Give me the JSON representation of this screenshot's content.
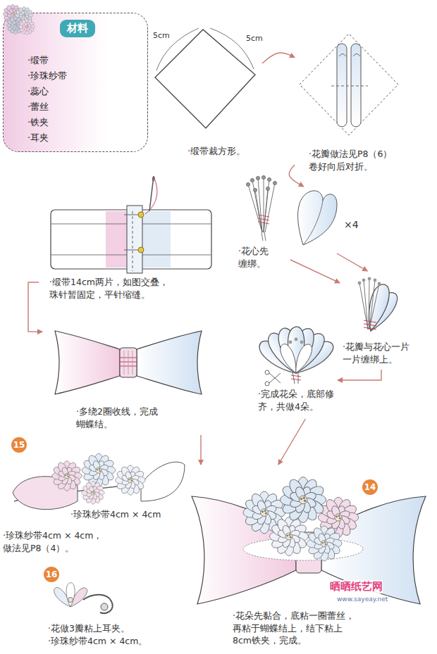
{
  "diagram": {
    "nodes": [
      {
        "text": [
          "材料",
          "·缎带",
          "·珍珠纱带",
          "·蕊心",
          "·蕾丝",
          "·铁夹",
          "·耳夹"
        ]
      },
      {
        "text": [
          "·缎带裁方形。"
        ]
      },
      {
        "text": [
          "·花瓣做法见P8（6） 卷好向后对折。"
        ]
      },
      {
        "text": [
          "·花心先 缠绑。"
        ]
      },
      {
        "text": [
          "×4"
        ]
      },
      {
        "text": [
          "·缎带14cm两片，如图交叠， 珠针暂固定，平针缩缝。"
        ]
      },
      {
        "text": [
          "·花瓣与花心一片 一片缠绑上。"
        ]
      },
      {
        "text": [
          "·多绕2圈收线，完成 蝴蝶结。"
        ]
      },
      {
        "text": [
          "·完成花朵，底部修 齐，共做4朵。"
        ]
      },
      {
        "text": [
          "·珍珠纱带4cm × 4cm",
          "·珍珠纱带4cm × 4cm， 做法见P8（4）。"
        ]
      },
      {
        "text": [
          "15"
        ],
        "in": 9
      },
      {
        "text": [
          "·花朵先黏合，底粘一圈蕾丝， 再粘于蝴蝶结上，结下粘上 8cm铁夹，完成。"
        ]
      },
      {
        "text": [
          "14"
        ],
        "in": 11
      },
      {
        "text": [
          "·花做3瓣粘上耳夹。",
          "·珍珠纱带4cm × 4cm。"
        ]
      },
      {
        "text": [
          "16"
        ],
        "in": 13
      }
    ],
    "edges": [
      {
        "from": 1,
        "to": 2,
        "arrow": "to"
      },
      {
        "from": 2,
        "to": 4,
        "arrow": "to"
      },
      {
        "from": 3,
        "to": 6,
        "arrow": "to"
      },
      {
        "from": 4,
        "to": 6,
        "arrow": "to"
      },
      {
        "from": 5,
        "to": 7,
        "arrow": "to"
      },
      {
        "from": 7,
        "to": 11,
        "arrow": "to"
      },
      {
        "from": 6,
        "to": 8,
        "arrow": "to"
      },
      {
        "from": 8,
        "to": 11,
        "arrow": "to"
      }
    ],
    "labels": [
      "5cm",
      "5cm",
      "晒晒纸艺网",
      "www.sayeay.net"
    ]
  }
}
